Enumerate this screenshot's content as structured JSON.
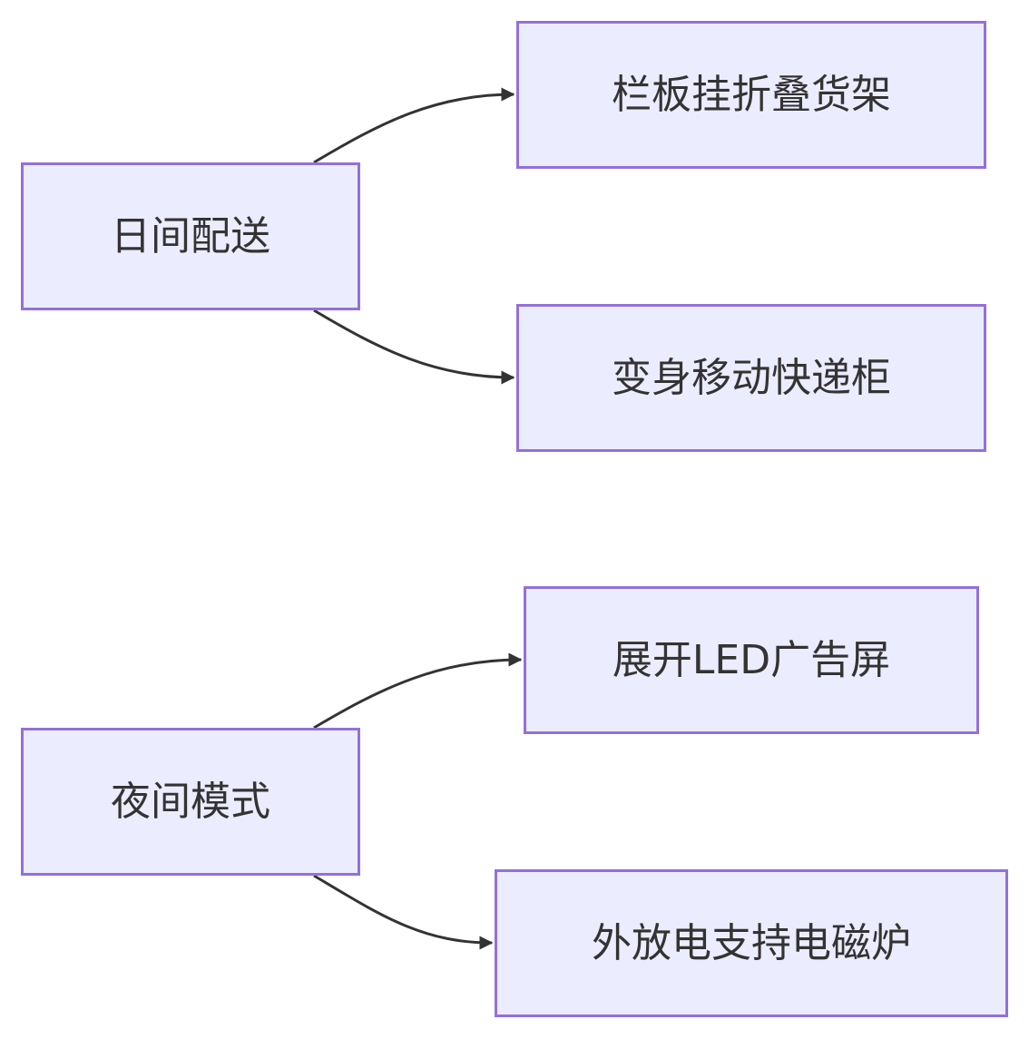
{
  "diagram": {
    "colors": {
      "node_fill": "#ececff",
      "node_border": "#9370db",
      "edge": "#333333",
      "text": "#333333"
    },
    "groups": [
      {
        "source": {
          "label": "日间配送"
        },
        "targets": [
          {
            "label": "栏板挂折叠货架"
          },
          {
            "label": "变身移动快递柜"
          }
        ]
      },
      {
        "source": {
          "label": "夜间模式"
        },
        "targets": [
          {
            "label": "展开LED广告屏"
          },
          {
            "label": "外放电支持电磁炉"
          }
        ]
      }
    ]
  }
}
